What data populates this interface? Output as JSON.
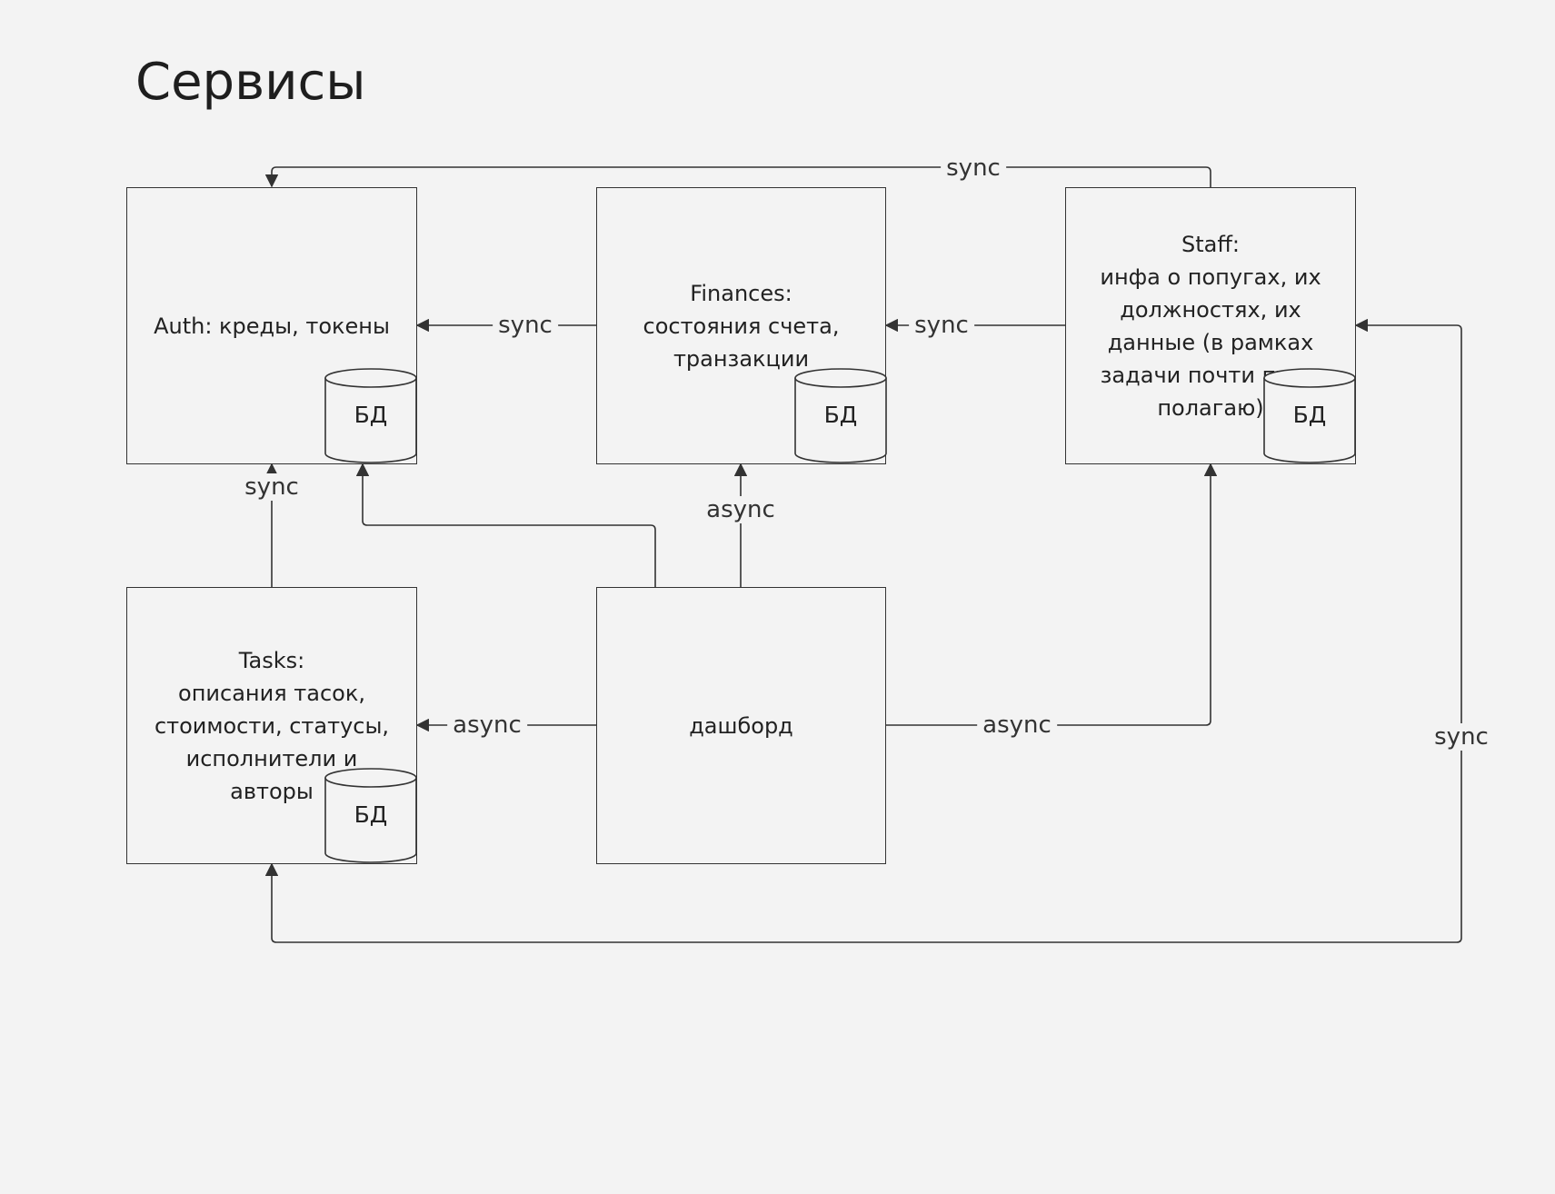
{
  "title": "Сервисы",
  "nodes": {
    "auth": {
      "label": "Auth: креды, токены",
      "db": "БД"
    },
    "finances": {
      "label": "Finances:\nсостояния счета,\nтранзакции",
      "db": "БД"
    },
    "staff": {
      "label": "Staff:\nинфа о попугах, их\nдолжностях, их\nданные (в рамках\nзадачи почти пуст,\nполагаю)",
      "db": "БД"
    },
    "tasks": {
      "label": "Tasks:\nописания тасок,\nстоимости, статусы,\nисполнители и\nавторы",
      "db": "БД"
    },
    "dashboard": {
      "label": "дашборд"
    }
  },
  "edges": {
    "staff_to_auth": "sync",
    "finances_to_auth": "sync",
    "staff_to_finances": "sync",
    "tasks_to_auth": "sync",
    "dashboard_to_finances": "async",
    "dashboard_to_tasks": "async",
    "dashboard_to_staff": "async",
    "tasks_staff_sync": "sync"
  },
  "colors": {
    "background": "#f3f3f3",
    "stroke": "#333333",
    "text": "#222222"
  }
}
